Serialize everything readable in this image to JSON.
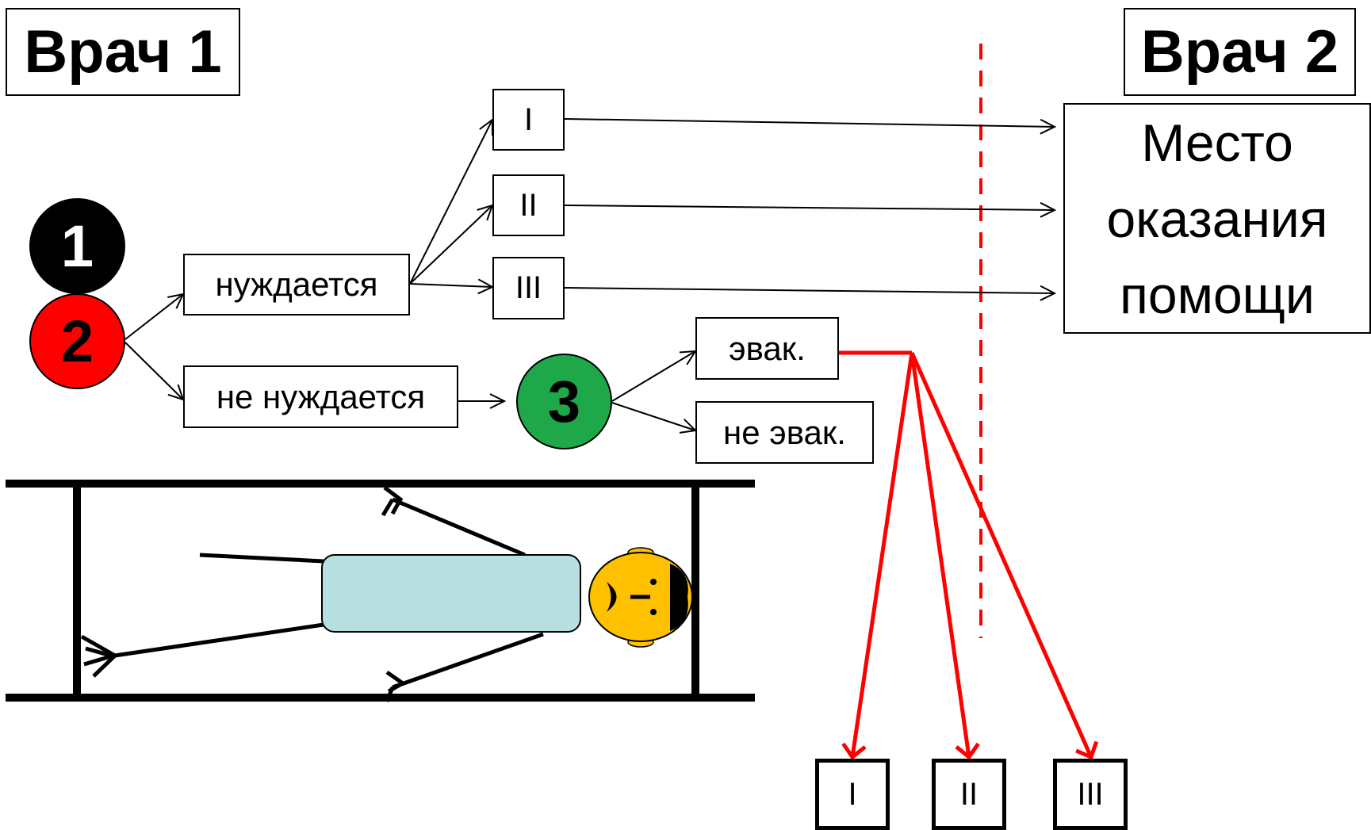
{
  "doctor1": "Врач 1",
  "doctor2": "Врач 2",
  "place": [
    "Место",
    "оказания",
    "помощи"
  ],
  "priority_circles": {
    "first": "1",
    "second": "2",
    "third": "3"
  },
  "branches": {
    "needs": "нуждается",
    "not_needs": "не нуждается"
  },
  "evac": {
    "evac": "эвак.",
    "not_evac": "не эвак."
  },
  "categories": [
    "I",
    "II",
    "III"
  ],
  "colors": {
    "circle_1": "#000000",
    "circle_2": "#ff0000",
    "circle_3": "#1ea84a",
    "evac_path": "#ff0000",
    "stretcher_body": "#b8dfe0",
    "patient_head": "#ffc000"
  }
}
